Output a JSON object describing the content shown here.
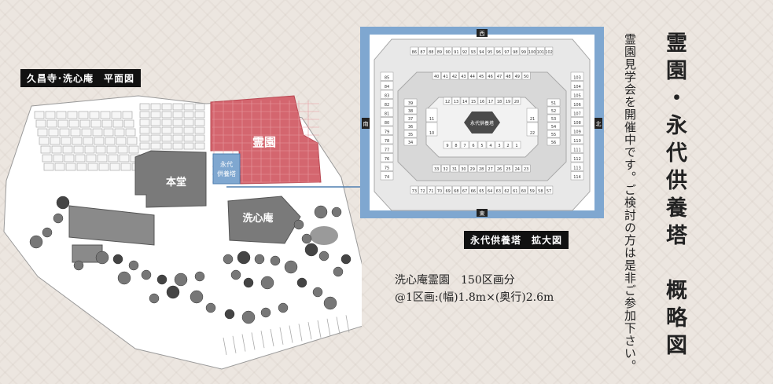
{
  "site_map": {
    "label": "久昌寺･洗心庵　平面図",
    "areas": {
      "reien": "霊園",
      "hondo": "本堂",
      "senshinan": "洗心庵",
      "eitai_line1": "永代",
      "eitai_line2": "供養塔"
    }
  },
  "tower_map": {
    "label": "永代供養塔　拡大図",
    "center_label": "永代供養塔",
    "compass": {
      "top": "西",
      "bottom": "東",
      "left": "南",
      "right": "北"
    },
    "rows": {
      "top": [
        "86",
        "87",
        "88",
        "89",
        "90",
        "91",
        "92",
        "93",
        "94",
        "95",
        "96",
        "97",
        "98",
        "99",
        "100",
        "101",
        "102"
      ],
      "upper_ring": [
        "40",
        "41",
        "42",
        "43",
        "44",
        "45",
        "46",
        "47",
        "48",
        "49",
        "50"
      ],
      "inner_top": [
        "12",
        "13",
        "14",
        "15",
        "16",
        "17",
        "18",
        "19",
        "20"
      ],
      "inner_bottom": [
        "9",
        "8",
        "7",
        "6",
        "5",
        "4",
        "3",
        "2",
        "1"
      ],
      "lower_ring": [
        "33",
        "32",
        "31",
        "30",
        "29",
        "28",
        "27",
        "26",
        "25",
        "24",
        "23"
      ],
      "bottom": [
        "73",
        "72",
        "71",
        "70",
        "69",
        "68",
        "67",
        "66",
        "65",
        "64",
        "63",
        "62",
        "61",
        "60",
        "59",
        "58",
        "57"
      ],
      "left_col": [
        "85",
        "84",
        "83",
        "82",
        "81",
        "80",
        "79",
        "78",
        "77",
        "76",
        "75",
        "74"
      ],
      "left_ring": [
        "39",
        "38",
        "37",
        "36",
        "35",
        "34"
      ],
      "left_inner": [
        "11",
        "10"
      ],
      "right_inner": [
        "21",
        "22"
      ],
      "right_ring": [
        "51",
        "52",
        "53",
        "54",
        "55",
        "56"
      ],
      "right_col": [
        "103",
        "104",
        "105",
        "106",
        "107",
        "108",
        "109",
        "110",
        "111",
        "112",
        "113",
        "114"
      ]
    }
  },
  "info": {
    "line1": "洗心庵霊園　150区画分",
    "line2": "@1区画:(幅)1.8m×(奥行)2.6m"
  },
  "title": "霊園・永代供養塔　概略図",
  "notice": "霊園見学会を開催中です。ご検討の方は是非ご参加下さい。",
  "colors": {
    "reien": "#d4666f",
    "hondo": "#7a7a7a",
    "water": "#7fa7d0"
  }
}
